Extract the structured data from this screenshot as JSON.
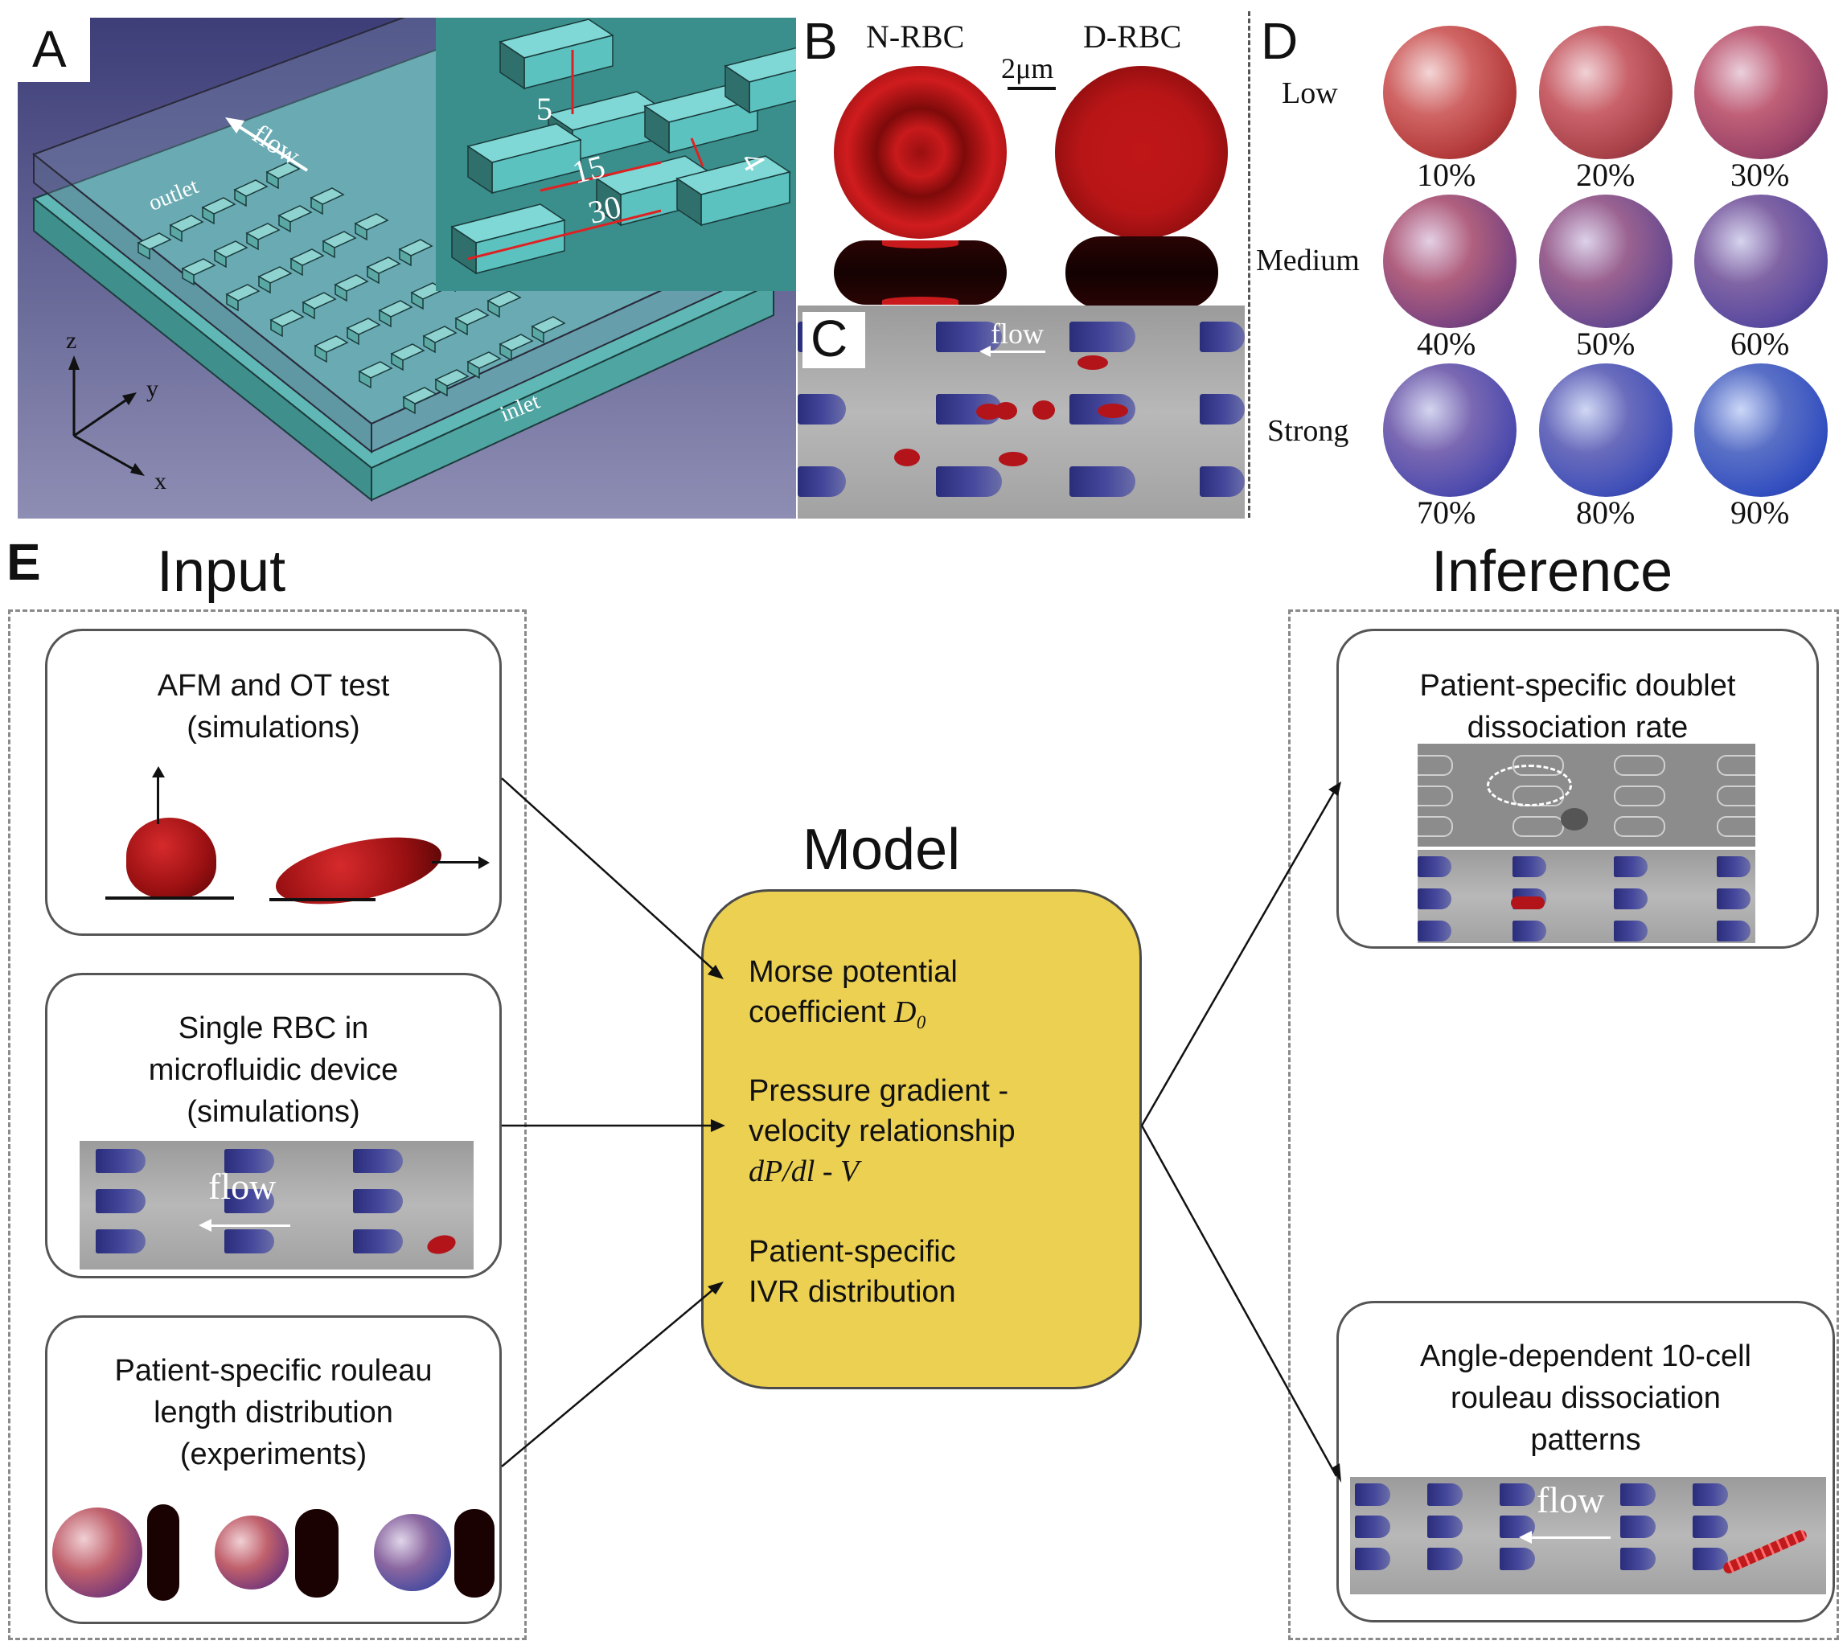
{
  "panels": {
    "a": {
      "letter": "A",
      "flow": "flow",
      "outlet": "outlet",
      "inlet": "inlet",
      "axis_z": "z",
      "axis_y": "y",
      "axis_x": "x",
      "dim_5": "5",
      "dim_15": "15",
      "dim_30": "30",
      "dim_4": "4"
    },
    "b": {
      "letter": "B",
      "n_rbc": "N-RBC",
      "d_rbc": "D-RBC",
      "scale": "2μm"
    },
    "c": {
      "letter": "C",
      "flow": "flow"
    },
    "d": {
      "letter": "D",
      "rows": [
        {
          "label": "Low",
          "items": [
            "10%",
            "20%",
            "30%"
          ]
        },
        {
          "label": "Medium",
          "items": [
            "40%",
            "50%",
            "60%"
          ]
        },
        {
          "label": "Strong",
          "items": [
            "70%",
            "80%",
            "90%"
          ]
        }
      ]
    },
    "e": {
      "letter": "E"
    }
  },
  "input": {
    "title": "Input",
    "cards": [
      {
        "line1": "AFM and OT test",
        "line2": "(simulations)"
      },
      {
        "line1": "Single RBC in",
        "line2": "microfluidic device",
        "line3": "(simulations)",
        "flow": "flow"
      },
      {
        "line1": "Patient-specific rouleau",
        "line2": "length distribution",
        "line3": "(experiments)"
      }
    ]
  },
  "model": {
    "title": "Model",
    "items": [
      {
        "line1": "Morse potential",
        "line2": "coefficient ",
        "math": "D₀"
      },
      {
        "line1": "Pressure gradient -",
        "line2": "velocity relationship",
        "math": "dP/dl - V"
      },
      {
        "line1": "Patient-specific",
        "line2": "IVR distribution"
      }
    ]
  },
  "inference": {
    "title": "Inference",
    "cards": [
      {
        "line1": "Patient-specific doublet",
        "line2": "dissociation rate"
      },
      {
        "line1": "Angle-dependent 10-cell",
        "line2": "rouleau dissociation",
        "line3": "patterns",
        "flow": "flow"
      }
    ]
  },
  "colors": {
    "model_fill": "#ecd052",
    "rbc": "#b3141a",
    "pillar": "#3a3d8c",
    "channel": "#5fb8b5",
    "background_a": "#5a5a8e"
  }
}
